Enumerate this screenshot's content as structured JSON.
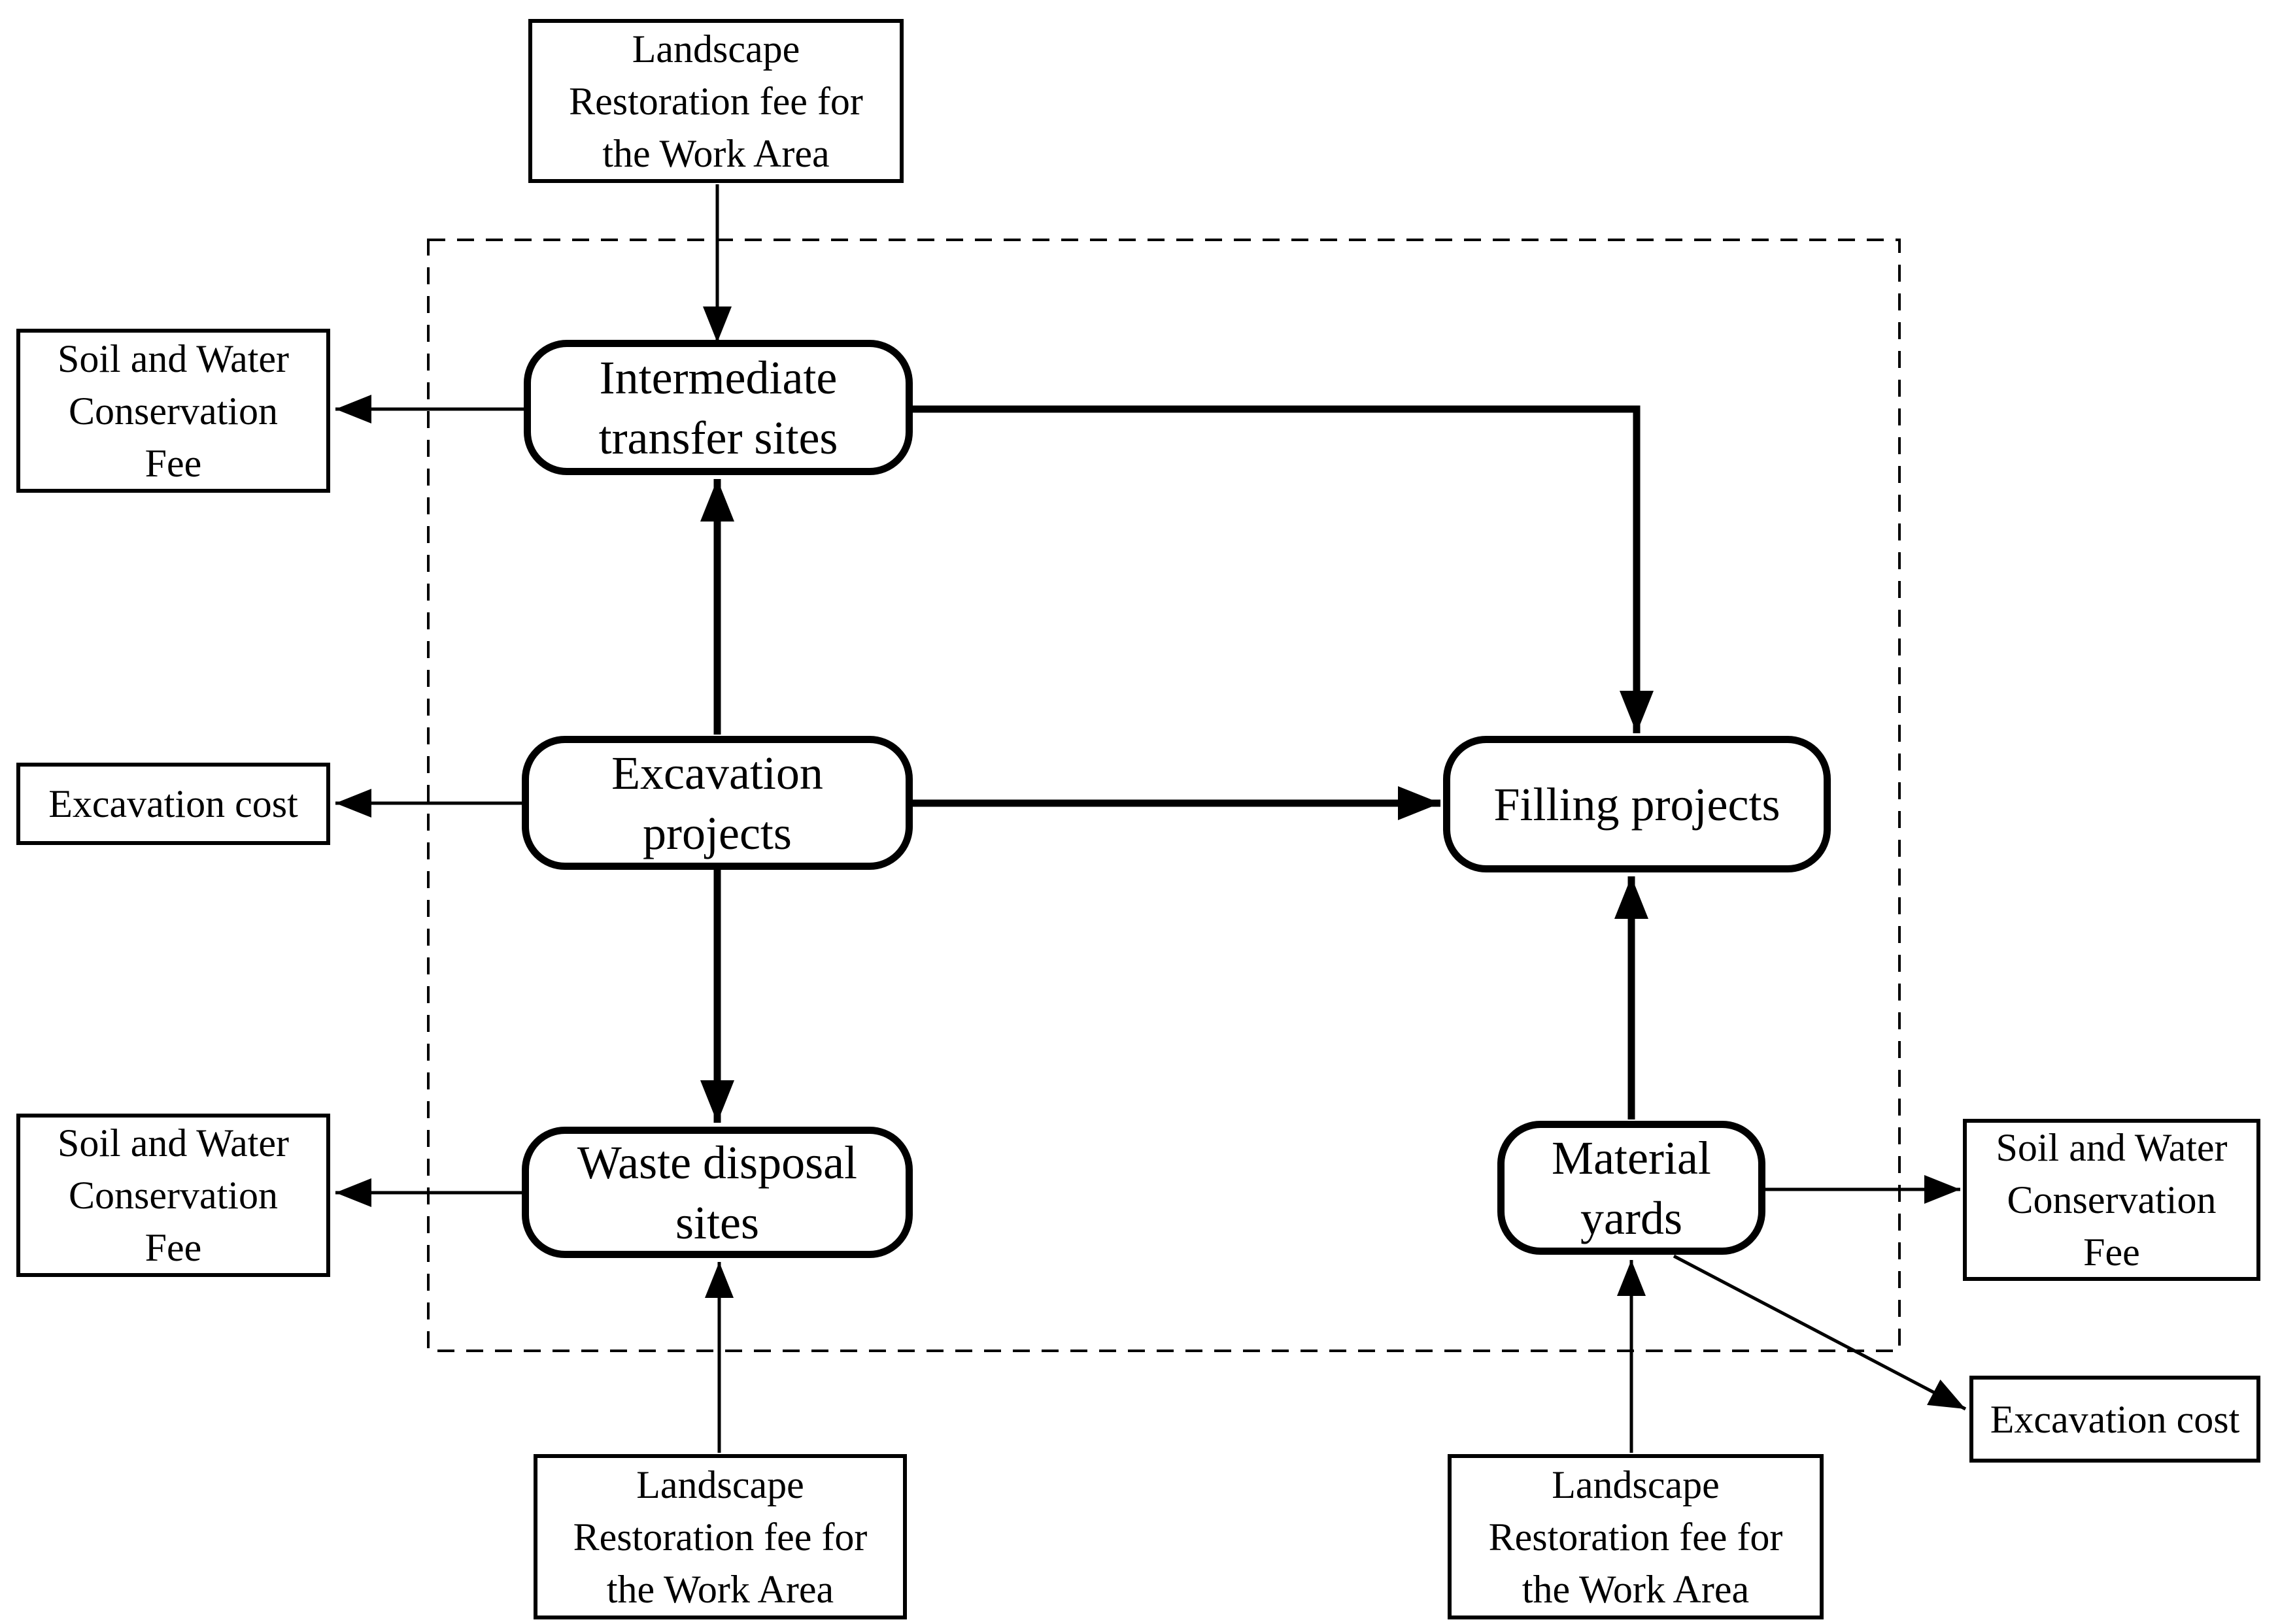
{
  "colors": {
    "line": "#000000",
    "background": "#ffffff",
    "text": "#000000"
  },
  "boundary": {
    "description": "dashed rectangle enclosing the five process nodes",
    "style": "dashed"
  },
  "nodes": {
    "intermediate_transfer_sites": {
      "lines": [
        "Intermediate",
        "transfer sites"
      ]
    },
    "excavation_projects": {
      "lines": [
        "Excavation",
        "projects"
      ]
    },
    "filling_projects": {
      "lines": [
        "Filling projects"
      ]
    },
    "waste_disposal_sites": {
      "lines": [
        "Waste disposal",
        "sites"
      ]
    },
    "material_yards": {
      "lines": [
        "Material",
        "yards"
      ]
    }
  },
  "external_labels": {
    "landscape_fee_top": {
      "lines": [
        "Landscape",
        "Restoration fee for",
        "the Work Area"
      ]
    },
    "soil_water_fee_top_left": {
      "lines": [
        "Soil and Water",
        "Conservation",
        "Fee"
      ]
    },
    "excavation_cost_left": {
      "lines": [
        "Excavation cost"
      ]
    },
    "soil_water_fee_bottom_left": {
      "lines": [
        "Soil and Water",
        "Conservation",
        "Fee"
      ]
    },
    "soil_water_fee_right": {
      "lines": [
        "Soil and Water",
        "Conservation",
        "Fee"
      ]
    },
    "excavation_cost_right": {
      "lines": [
        "Excavation cost"
      ]
    },
    "landscape_fee_bottom_left": {
      "lines": [
        "Landscape",
        "Restoration fee for",
        "the Work Area"
      ]
    },
    "landscape_fee_bottom_right": {
      "lines": [
        "Landscape",
        "Restoration fee for",
        "the Work Area"
      ]
    }
  },
  "edges": [
    {
      "from": "landscape_fee_top",
      "to": "intermediate_transfer_sites",
      "style": "thin"
    },
    {
      "from": "intermediate_transfer_sites",
      "to": "soil_water_fee_top_left",
      "style": "thin"
    },
    {
      "from": "intermediate_transfer_sites",
      "to": "filling_projects",
      "style": "thick-elbow"
    },
    {
      "from": "excavation_projects",
      "to": "intermediate_transfer_sites",
      "style": "thick"
    },
    {
      "from": "excavation_projects",
      "to": "excavation_cost_left",
      "style": "thin"
    },
    {
      "from": "excavation_projects",
      "to": "filling_projects",
      "style": "thick"
    },
    {
      "from": "excavation_projects",
      "to": "waste_disposal_sites",
      "style": "thick"
    },
    {
      "from": "waste_disposal_sites",
      "to": "soil_water_fee_bottom_left",
      "style": "thin"
    },
    {
      "from": "landscape_fee_bottom_left",
      "to": "waste_disposal_sites",
      "style": "thin"
    },
    {
      "from": "material_yards",
      "to": "filling_projects",
      "style": "thick"
    },
    {
      "from": "material_yards",
      "to": "soil_water_fee_right",
      "style": "thin"
    },
    {
      "from": "material_yards",
      "to": "excavation_cost_right",
      "style": "thin-diagonal"
    },
    {
      "from": "landscape_fee_bottom_right",
      "to": "material_yards",
      "style": "thin"
    }
  ]
}
